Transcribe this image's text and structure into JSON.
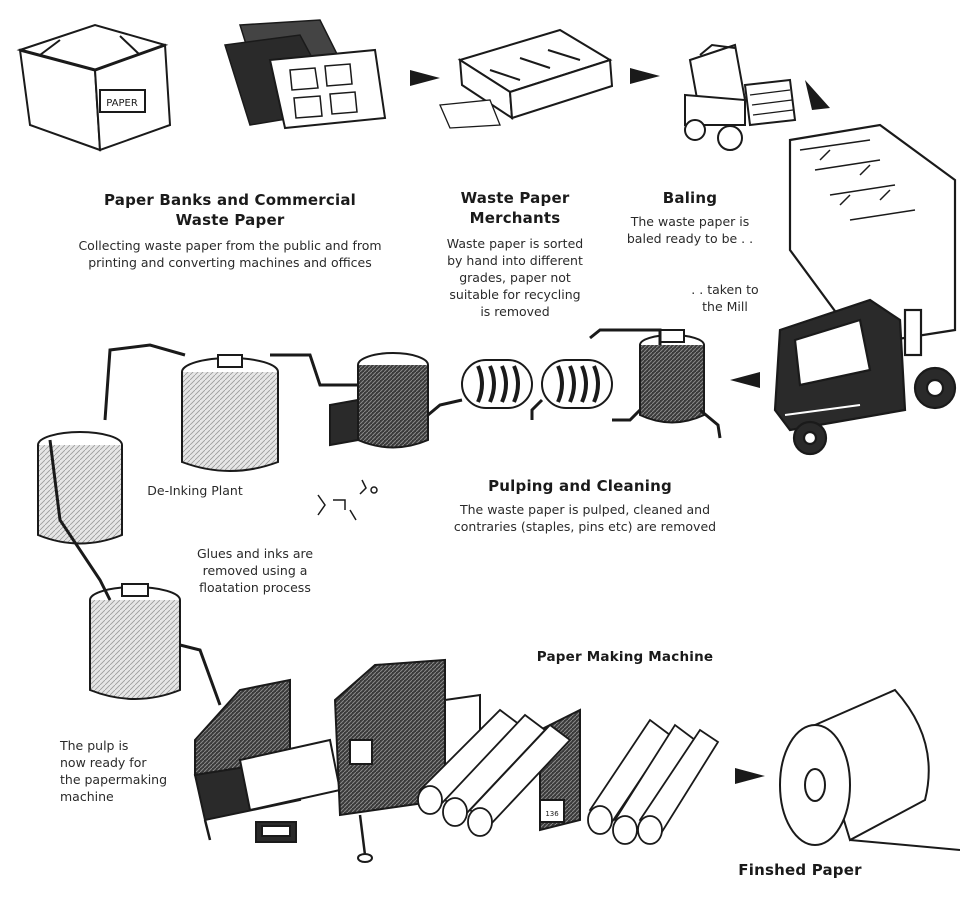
{
  "labels": {
    "paper_banks": {
      "title_line1": "Paper Banks and Commercial",
      "title_line2": "Waste Paper",
      "desc_line1": "Collecting waste paper from the public and from",
      "desc_line2": "printing and converting machines and offices"
    },
    "merchants": {
      "title_line1": "Waste Paper",
      "title_line2": "Merchants",
      "desc_line1": "Waste paper is sorted",
      "desc_line2": "by hand into different",
      "desc_line3": "grades, paper not",
      "desc_line4": "suitable for recycling",
      "desc_line5": "is removed"
    },
    "baling": {
      "title": "Baling",
      "desc_line1": "The waste paper is",
      "desc_line2": "baled ready to be . ."
    },
    "mill": {
      "line1": ". . taken to",
      "line2": "the Mill"
    },
    "pulping": {
      "title": "Pulping and Cleaning",
      "desc_line1": "The waste paper is pulped, cleaned and",
      "desc_line2": "contraries (staples, pins etc) are removed"
    },
    "deinking": {
      "title": "De-Inking Plant"
    },
    "glues": {
      "line1": "Glues and inks are",
      "line2": "removed using a",
      "line3": "floatation process"
    },
    "machine": {
      "title": "Paper Making Machine"
    },
    "pulp_ready": {
      "line1": "The pulp is",
      "line2": "now ready for",
      "line3": "the papermaking",
      "line4": "machine"
    },
    "finished": {
      "title": "Finshed Paper"
    },
    "box_label": "PAPER",
    "machine_badge": "136"
  },
  "colors": {
    "ink": "#1a1a1a",
    "paper": "#ffffff",
    "shade": "#555555",
    "dark": "#222222"
  }
}
